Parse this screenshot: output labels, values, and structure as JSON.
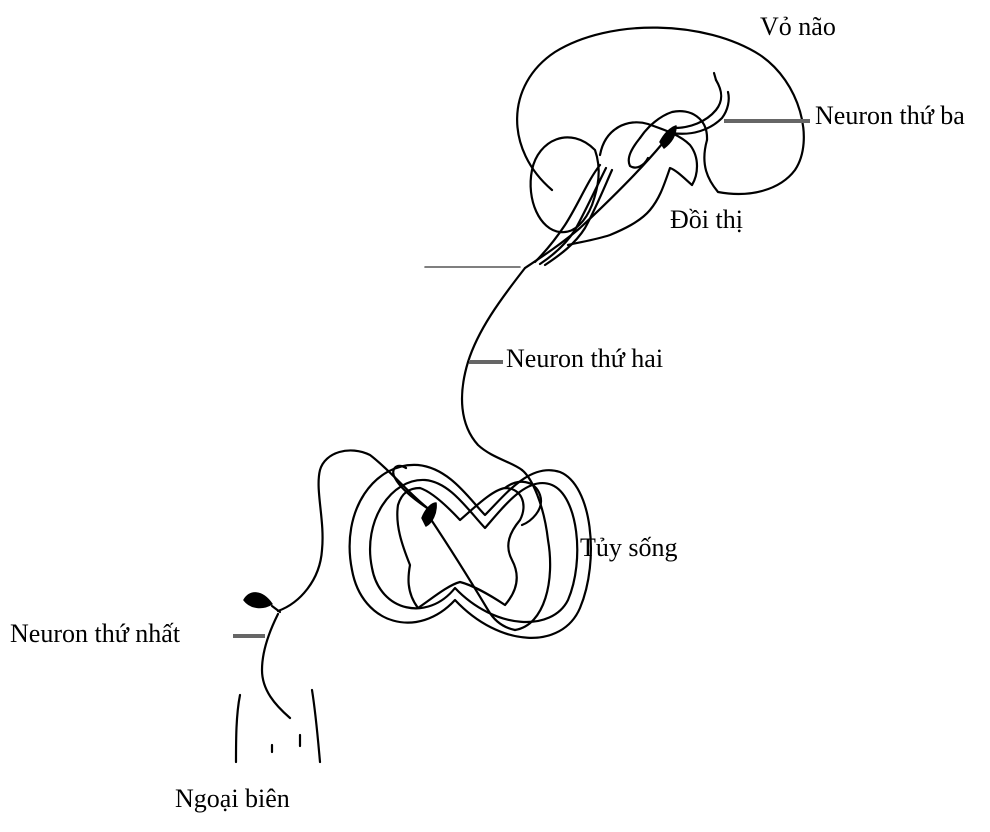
{
  "labels": {
    "cortex": "Vỏ não",
    "third_neuron": "Neuron thứ ba",
    "thalamus": "Đồi thị",
    "second_neuron": "Neuron thứ hai",
    "spinal_cord": "Tủy sống",
    "first_neuron": "Neuron thứ nhất",
    "periphery": "Ngoại biên"
  },
  "colors": {
    "line": "#000000",
    "leader": "#666666",
    "background": "#ffffff"
  }
}
